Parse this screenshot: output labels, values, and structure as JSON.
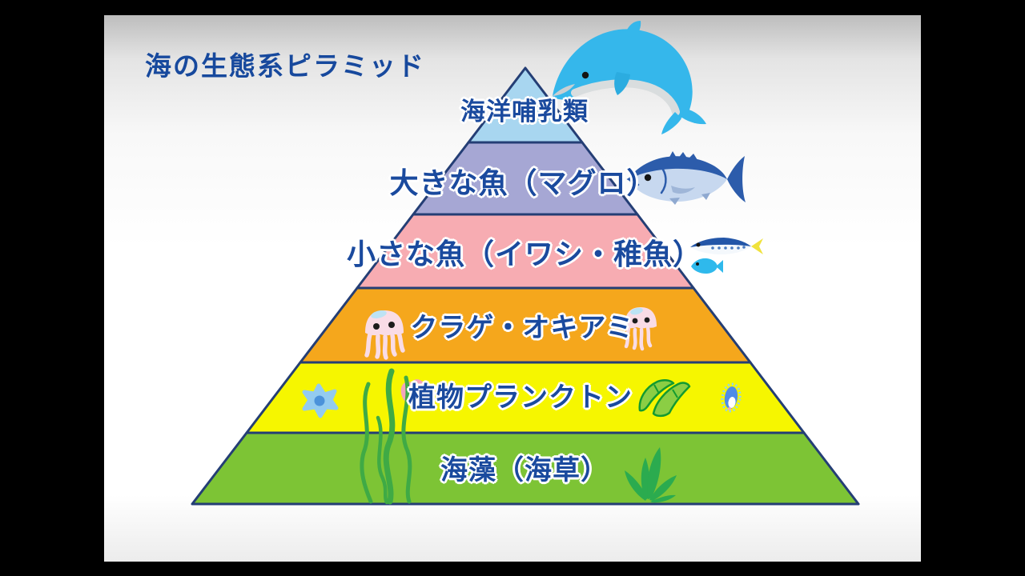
{
  "title": "海の生態系ピラミッド",
  "pyramid": {
    "levels": [
      {
        "label": "海洋哺乳類",
        "color": "#A8D6F0"
      },
      {
        "label": "大きな魚（マグロ）",
        "color": "#A6A7D4"
      },
      {
        "label": "小さな魚（イワシ・稚魚）",
        "color": "#F7ACB2"
      },
      {
        "label": "クラゲ・オキアミ",
        "color": "#F5A71C"
      },
      {
        "label": "植物プランクトン",
        "color": "#F6F600"
      },
      {
        "label": "海藻（海草）",
        "color": "#7DC435"
      }
    ],
    "border_color": "#243E75",
    "label_color": "#1A4A9E",
    "title_color": "#17499D"
  },
  "icons": [
    "dolphin-icon",
    "tuna-icon",
    "sardine-icon",
    "small-fish-icon",
    "jellyfish-icon",
    "jellyfish-icon",
    "plankton-star-icon",
    "plankton-blob-icon",
    "diatom-pods-icon",
    "paramecium-icon",
    "seaweed-strands-icon",
    "seaweed-plant-icon"
  ],
  "palette": {
    "dolphin_blue": "#35B7EB",
    "tuna_body": "#C7D8EF",
    "tuna_dark": "#2C5CAB",
    "sardine_tail_yellow": "#F0E23C",
    "jellyfish_pink": "#F9DCE6",
    "seaweed_green": "#3FAA45",
    "frame_black": "#000000"
  }
}
